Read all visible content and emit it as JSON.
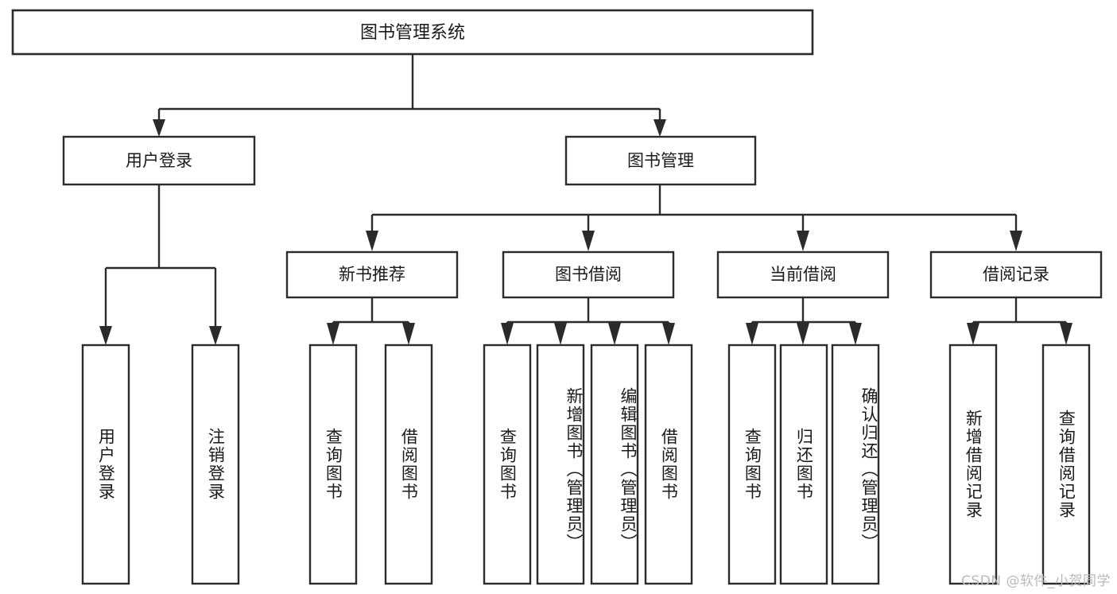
{
  "diagram": {
    "title": "图书管理系统",
    "type": "tree",
    "orientation": "top-down",
    "colors": {
      "background": "#ffffff",
      "box_fill": "#ffffff",
      "box_stroke": "#2b2b2b",
      "connector": "#2b2b2b",
      "text": "#1a1a1a",
      "watermark": "#b9b9b9"
    },
    "watermark": "CSDN @软件_小贺同学"
  },
  "nodes": {
    "root": {
      "label": "图书管理系统",
      "level": 0
    },
    "level1": [
      {
        "id": "user-login",
        "label": "用户登录"
      },
      {
        "id": "book-management",
        "label": "图书管理"
      }
    ],
    "level2": [
      {
        "id": "new-book-recommend",
        "label": "新书推荐",
        "parent": "book-management"
      },
      {
        "id": "book-borrow",
        "label": "图书借阅",
        "parent": "book-management"
      },
      {
        "id": "current-borrow",
        "label": "当前借阅",
        "parent": "book-management"
      },
      {
        "id": "borrow-record",
        "label": "借阅记录",
        "parent": "book-management"
      }
    ],
    "leaves": [
      {
        "id": "leaf-user-login",
        "label": "用户登录",
        "parent": "user-login"
      },
      {
        "id": "leaf-user-logout",
        "label": "注销登录",
        "parent": "user-login"
      },
      {
        "id": "leaf-query-book-1",
        "label": "查询图书",
        "parent": "new-book-recommend"
      },
      {
        "id": "leaf-borrow-book-1",
        "label": "借阅图书",
        "parent": "new-book-recommend"
      },
      {
        "id": "leaf-query-book-2",
        "label": "查询图书",
        "parent": "book-borrow"
      },
      {
        "id": "leaf-add-book",
        "label": "新增图书（管理员）",
        "parent": "book-borrow"
      },
      {
        "id": "leaf-edit-book",
        "label": "编辑图书（管理员）",
        "parent": "book-borrow"
      },
      {
        "id": "leaf-borrow-book-2",
        "label": "借阅图书",
        "parent": "book-borrow"
      },
      {
        "id": "leaf-query-book-3",
        "label": "查询图书",
        "parent": "current-borrow"
      },
      {
        "id": "leaf-return-book",
        "label": "归还图书",
        "parent": "current-borrow"
      },
      {
        "id": "leaf-confirm-return",
        "label": "确认归还（管理员）",
        "parent": "current-borrow"
      },
      {
        "id": "leaf-add-record",
        "label": "新增借阅记录",
        "parent": "borrow-record"
      },
      {
        "id": "leaf-query-record",
        "label": "查询借阅记录",
        "parent": "borrow-record"
      }
    ]
  }
}
